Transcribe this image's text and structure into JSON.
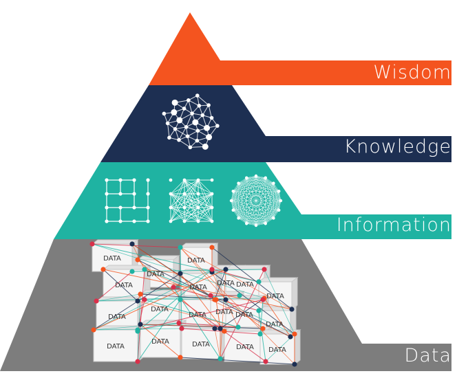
{
  "tiers": {
    "wisdom": {
      "label": "Wisdom",
      "color": "#f4541f"
    },
    "knowledge": {
      "label": "Knowledge",
      "color": "#1d2f52"
    },
    "information": {
      "label": "Information",
      "color": "#1fb3a2"
    },
    "data": {
      "label": "Data",
      "color": "#7d7d7d"
    }
  },
  "cube_text": "DATA",
  "accent_colors": [
    "#d9304a",
    "#1fb3a2",
    "#1d2f52",
    "#f4541f"
  ]
}
